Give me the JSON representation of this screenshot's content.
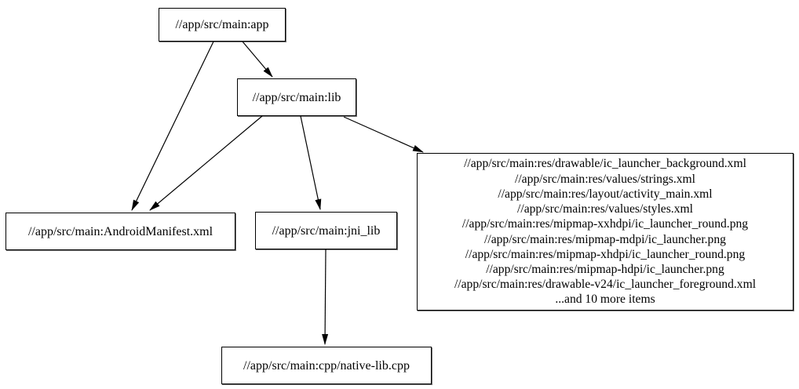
{
  "diagram": {
    "kind": "build-dependency-graph",
    "colors": {
      "background": "#ffffff",
      "node_fill": "#ffffff",
      "node_border": "#000000",
      "edge": "#000000",
      "text": "#000000"
    },
    "nodes": [
      {
        "id": "app",
        "label": "//app/src/main:app"
      },
      {
        "id": "lib",
        "label": "//app/src/main:lib"
      },
      {
        "id": "manifest",
        "label": "//app/src/main:AndroidManifest.xml"
      },
      {
        "id": "jni_lib",
        "label": "//app/src/main:jni_lib"
      },
      {
        "id": "resources",
        "lines": [
          "//app/src/main:res/drawable/ic_launcher_background.xml",
          "//app/src/main:res/values/strings.xml",
          "//app/src/main:res/layout/activity_main.xml",
          "//app/src/main:res/values/styles.xml",
          "//app/src/main:res/mipmap-xxhdpi/ic_launcher_round.png",
          "//app/src/main:res/mipmap-mdpi/ic_launcher.png",
          "//app/src/main:res/mipmap-xhdpi/ic_launcher_round.png",
          "//app/src/main:res/mipmap-hdpi/ic_launcher.png",
          "//app/src/main:res/drawable-v24/ic_launcher_foreground.xml",
          "...and 10 more items"
        ]
      },
      {
        "id": "native_lib_cpp",
        "label": "//app/src/main:cpp/native-lib.cpp"
      }
    ],
    "edges": [
      {
        "from": "app",
        "to": "lib"
      },
      {
        "from": "app",
        "to": "manifest"
      },
      {
        "from": "lib",
        "to": "manifest"
      },
      {
        "from": "lib",
        "to": "jni_lib"
      },
      {
        "from": "lib",
        "to": "resources"
      },
      {
        "from": "jni_lib",
        "to": "native_lib_cpp"
      }
    ]
  }
}
